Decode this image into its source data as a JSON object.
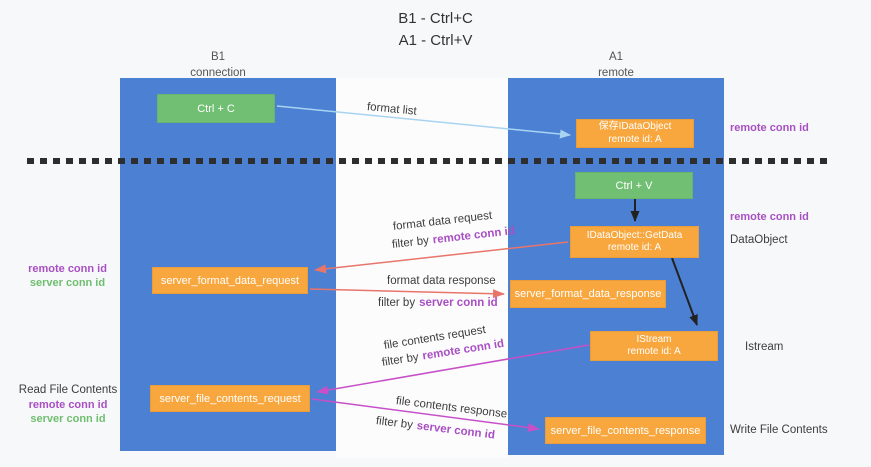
{
  "title": {
    "line1": "B1 - Ctrl+C",
    "line2": "A1 - Ctrl+V"
  },
  "lanes": {
    "left": {
      "name_line": "B1",
      "role_line": "connection"
    },
    "right": {
      "name_line": "A1",
      "role_line": "remote"
    }
  },
  "nodes": {
    "ctrl_c": {
      "label": "Ctrl + C"
    },
    "save_idataobject": {
      "line1": "保存IDataObject",
      "line2": "remote id: A"
    },
    "ctrl_v": {
      "label": "Ctrl + V"
    },
    "getdata": {
      "line1": "IDataObject::GetData",
      "line2": "remote id: A"
    },
    "format_request": {
      "label": "server_format_data_request"
    },
    "format_response": {
      "label": "server_format_data_response"
    },
    "istream": {
      "line1": "IStream",
      "line2": "remote id: A"
    },
    "file_request": {
      "label": "server_file_contents_request"
    },
    "file_response": {
      "label": "server_file_contents_response"
    }
  },
  "edge_labels": {
    "format_list": "format list",
    "format_data_request": "format data request",
    "format_data_response": "format data response",
    "file_contents_request": "file contents request",
    "file_contents_response": "file contents response",
    "filter_by": "filter by",
    "remote_conn_id": "remote conn id",
    "server_conn_id": "server conn id"
  },
  "side_labels": {
    "remote_conn_id": "remote conn id",
    "server_conn_id": "server conn id",
    "dataobject": "DataObject",
    "istream": "Istream",
    "read_file_contents": "Read File Contents",
    "write_file_contents": "Write File Contents"
  },
  "colors": {
    "lane_blue": "#4b80d3",
    "node_green": "#70bf73",
    "node_orange": "#f8a73e",
    "arrow_blue": "#a8d4f2",
    "arrow_red": "#e8756a",
    "arrow_magenta": "#c750c8",
    "arrow_black": "#222222",
    "text_purple": "#a94fc4",
    "text_green": "#6fbe70"
  }
}
